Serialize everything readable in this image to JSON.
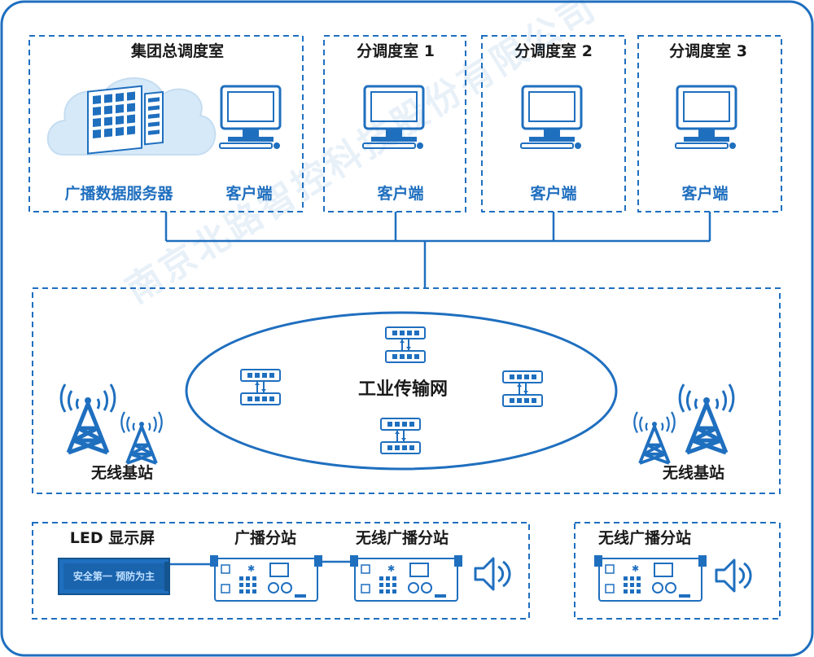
{
  "groups": {
    "hq_title": "集团总调度室",
    "sub1_title": "分调度室 1",
    "sub2_title": "分调度室 2",
    "sub3_title": "分调度室 3"
  },
  "labels": {
    "server": "广播数据服务器",
    "client": "客户端",
    "network": "工业传输网",
    "base_station": "无线基站",
    "led_display": "LED 显示屏",
    "broadcast_substation": "广播分站",
    "wireless_broadcast_substation": "无线广播分站"
  },
  "led_text": "安全第一 预防为主",
  "watermark": "南京北路智控科技股份有限公司",
  "colors": {
    "accent": "#1f6fbf",
    "text": "#1a1a1a",
    "fill_light": "#d6e9f8"
  }
}
